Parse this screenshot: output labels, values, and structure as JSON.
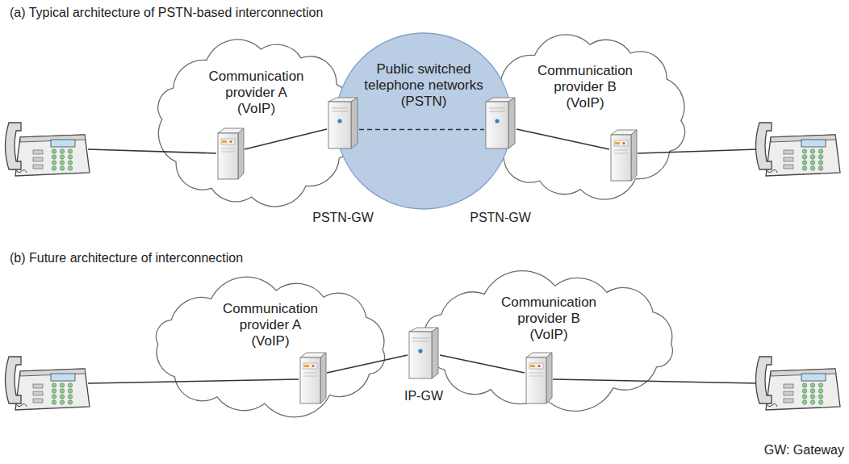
{
  "diagram": {
    "nodes": [
      {
        "text": [
          "Communication provider A (VoIP)"
        ]
      },
      {
        "text": [
          "Public switched telephone networks (PSTN)"
        ]
      },
      {
        "text": [
          "Communication provider B (VoIP)"
        ]
      },
      {
        "text": [
          "PSTN-GW"
        ]
      },
      {
        "text": [
          "PSTN-GW"
        ]
      },
      {
        "text": [
          "Communication provider A (VoIP)"
        ]
      },
      {
        "text": [
          "IP-GW"
        ]
      },
      {
        "text": [
          "Communication provider B (VoIP)"
        ]
      }
    ],
    "edges": [
      {
        "from": 3,
        "to": 4,
        "arrow": "none"
      }
    ],
    "labels": [
      "(a) Typical architecture of PSTN-based interconnection",
      "(b) Future architecture of interconnection",
      "GW: Gateway"
    ]
  }
}
